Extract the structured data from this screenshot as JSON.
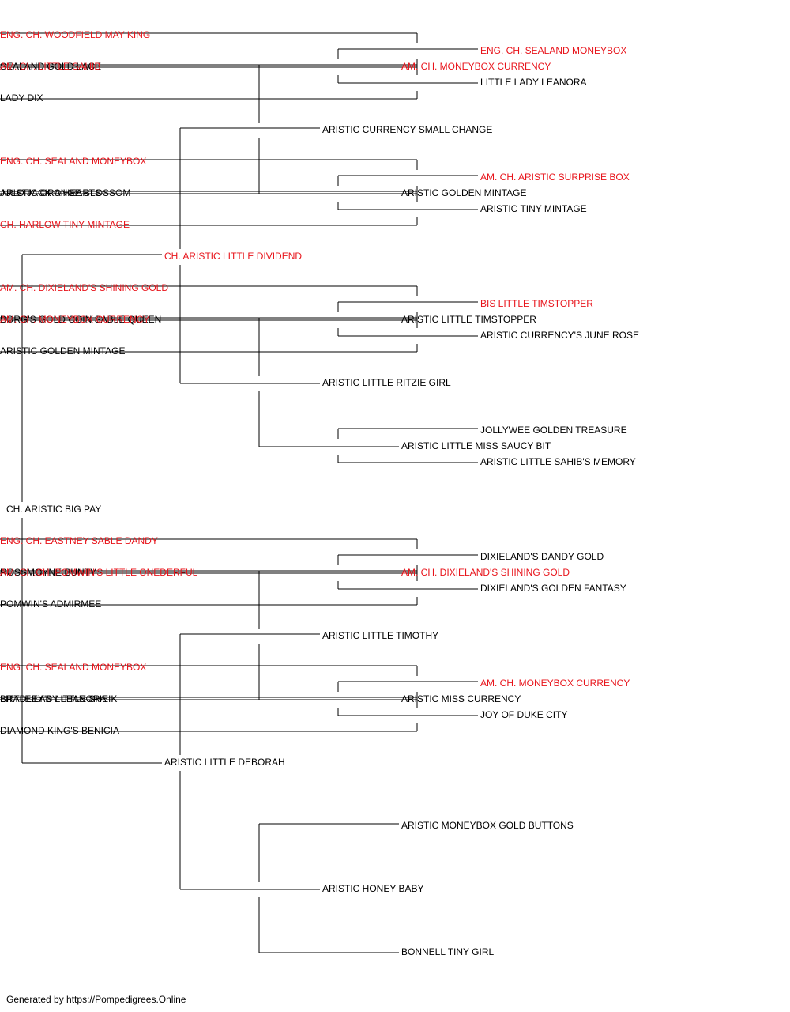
{
  "colors": {
    "champion": "#e8141b",
    "normal": "#000000",
    "line": "#000000"
  },
  "pedigree": {
    "name": "CH. ARISTIC BIG PAY",
    "champion": false,
    "sire": {
      "name": "CH. ARISTIC LITTLE DIVIDEND",
      "champion": true,
      "sire": {
        "name": "ARISTIC CURRENCY SMALL CHANGE",
        "champion": false,
        "sire": {
          "name": "AM. CH. MONEYBOX CURRENCY",
          "champion": true,
          "sire": {
            "name": "ENG. CH. SEALAND MONEYBOX",
            "champion": true,
            "sire": {
              "name": "ENG. CH. WOODFIELD MAY KING",
              "champion": true
            },
            "dam": {
              "name": "SEALAND GOLD LACE",
              "champion": false
            }
          },
          "dam": {
            "name": "LITTLE LADY LEANORA",
            "champion": false,
            "sire": {
              "name": "AM. CH. LITTLE SAHIB",
              "champion": true
            },
            "dam": {
              "name": "LADY DIX",
              "champion": false
            }
          }
        },
        "dam": {
          "name": "ARISTIC GOLDEN MINTAGE",
          "champion": false,
          "sire": {
            "name": "AM. CH. ARISTIC SURPRISE BOX",
            "champion": true,
            "sire": {
              "name": "ENG. CH. SEALAND MONEYBOX",
              "champion": true
            },
            "dam": {
              "name": "ARISTIC ORANGE BLOSSOM",
              "champion": false
            }
          },
          "dam": {
            "name": "ARISTIC TINY MINTAGE",
            "champion": false,
            "sire": {
              "name": "JULO JACK O'HEARTS",
              "champion": false
            },
            "dam": {
              "name": "CH. HARLOW TINY MINTAGE",
              "champion": true
            }
          }
        }
      },
      "dam": {
        "name": "ARISTIC LITTLE RITZIE GIRL",
        "champion": false,
        "sire": {
          "name": "ARISTIC LITTLE TIMSTOPPER",
          "champion": false,
          "sire": {
            "name": "BIS LITTLE TIMSTOPPER",
            "champion": true,
            "sire": {
              "name": "AM. CH. DIXIELAND'S SHINING GOLD",
              "champion": true
            },
            "dam": {
              "name": "BORG'S GOLD COIN SABLE QUEEN",
              "champion": false
            }
          },
          "dam": {
            "name": "ARISTIC CURRENCY'S JUNE ROSE",
            "champion": false,
            "sire": {
              "name": "AM. CH. MONEYBOX CURRENCY",
              "champion": true
            },
            "dam": {
              "name": "ARISTIC GOLDEN MINTAGE",
              "champion": false
            }
          }
        },
        "dam": {
          "name": "ARISTIC LITTLE MISS SAUCY BIT",
          "champion": false,
          "sire": {
            "name": "JOLLYWEE GOLDEN TREASURE",
            "champion": false
          },
          "dam": {
            "name": "ARISTIC LITTLE SAHIB'S MEMORY",
            "champion": false
          }
        }
      }
    },
    "dam": {
      "name": "ARISTIC LITTLE DEBORAH",
      "champion": false,
      "sire": {
        "name": "ARISTIC LITTLE TIMOTHY",
        "champion": false,
        "sire": {
          "name": "AM. CH. DIXIELAND'S SHINING GOLD",
          "champion": true,
          "sire": {
            "name": "DIXIELAND'S DANDY GOLD",
            "champion": false,
            "sire": {
              "name": "ENG. CH. EASTNEY SABLE DANDY",
              "champion": true
            },
            "dam": {
              "name": "ROSSMOYNE BUNTY",
              "champion": false
            }
          },
          "dam": {
            "name": "DIXIELAND'S GOLDEN FANTASY",
            "champion": false,
            "sire": {
              "name": "AM. CH.CH. POMWIN'S LITTLE ONEDERFUL",
              "champion": true
            },
            "dam": {
              "name": "POMWIN'S ADMIRMEE",
              "champion": false
            }
          }
        },
        "dam": {
          "name": "ARISTIC MISS CURRENCY",
          "champion": false,
          "sire": {
            "name": "AM. CH. MONEYBOX CURRENCY",
            "champion": true,
            "sire": {
              "name": "ENG. CH. SEALAND MONEYBOX",
              "champion": true
            },
            "dam": {
              "name": "LITTLE LADY LEANORA",
              "champion": false
            }
          },
          "dam": {
            "name": "JOY OF DUKE CITY",
            "champion": false,
            "sire": {
              "name": "BRADLEY'S LITTLE SHEIK",
              "champion": false
            },
            "dam": {
              "name": "DIAMOND KING'S BENICIA",
              "champion": false
            }
          }
        }
      },
      "dam": {
        "name": "ARISTIC HONEY BABY",
        "champion": false,
        "sire": {
          "name": "ARISTIC MONEYBOX GOLD BUTTONS",
          "champion": false
        },
        "dam": {
          "name": "BONNELL TINY GIRL",
          "champion": false
        }
      }
    }
  },
  "footer": "Generated by https://Pompedigrees.Online"
}
